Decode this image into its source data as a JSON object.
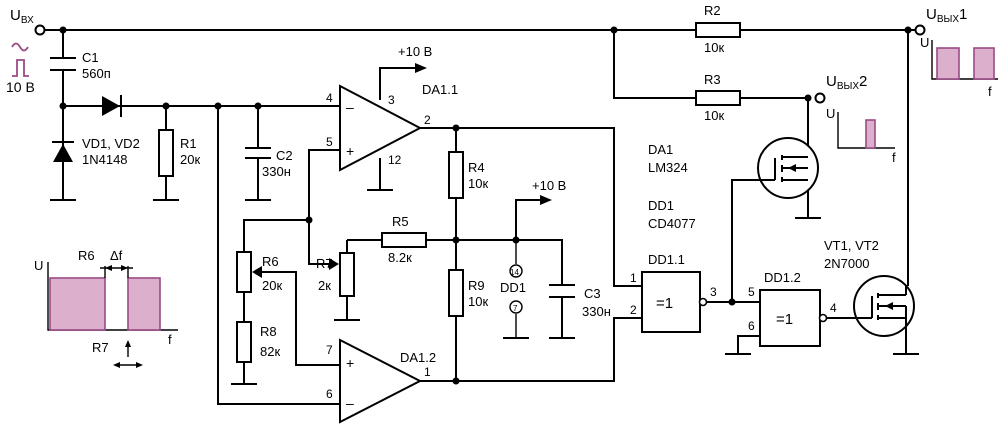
{
  "io": {
    "uin": "U",
    "uin_sub": "ВХ",
    "uin_level": "10 В",
    "uout1": "U",
    "uout1_sub": "ВЫХ",
    "uout1_num": "1",
    "uout2": "U",
    "uout2_sub": "ВЫХ",
    "uout2_num": "2"
  },
  "supply": {
    "p10a": "+10 В",
    "p10b": "+10 В"
  },
  "components": {
    "c1": "C1",
    "c1_val": "560п",
    "vd": "VD1, VD2",
    "vd_val": "1N4148",
    "r1": "R1",
    "r1_val": "20к",
    "c2": "C2",
    "c2_val": "330н",
    "r2": "R2",
    "r2_val": "10к",
    "r3": "R3",
    "r3_val": "10к",
    "r4": "R4",
    "r4_val": "10к",
    "r5": "R5",
    "r5_val": "8.2к",
    "r6": "R6",
    "r6_val": "20к",
    "r7": "R7",
    "r7_val": "2к",
    "r8": "R8",
    "r8_val": "82к",
    "r9": "R9",
    "r9_val": "10к",
    "c3": "C3",
    "c3_val": "330н",
    "da11": "DA1.1",
    "da12": "DA1.2",
    "dd1": "DD1",
    "dd11": "DD1.1",
    "dd12": "DD1.2",
    "xor": "=1"
  },
  "info": {
    "da1": "DA1",
    "da1_part": "LM324",
    "dd1": "DD1",
    "dd1_part": "CD4077",
    "vt": "VT1, VT2",
    "vt_part": "2N7000"
  },
  "pins": {
    "p1": "1",
    "p2": "2",
    "p3": "3",
    "p4": "4",
    "p5": "5",
    "p6": "6",
    "p7": "7",
    "p12": "12",
    "p14": "14",
    "minus": "–",
    "plus": "+"
  },
  "graphs": {
    "u": "U",
    "f": "f",
    "r6": "R6",
    "df": "Δf",
    "r7": "R7"
  }
}
